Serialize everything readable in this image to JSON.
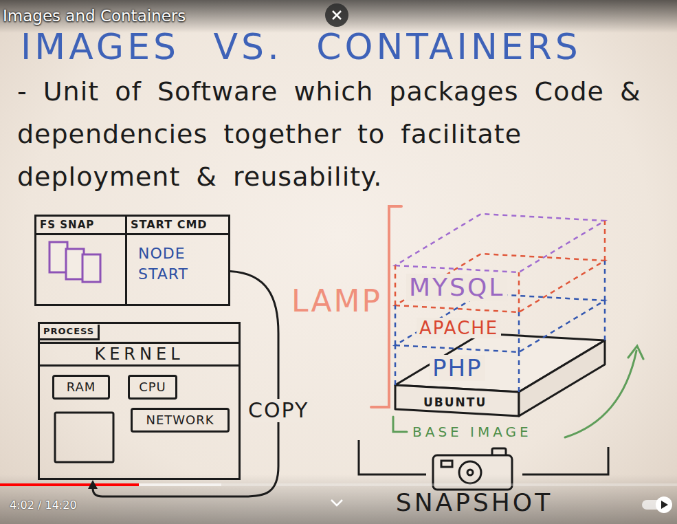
{
  "diagram": {
    "title": "IMAGES VS. CONTAINERS",
    "nodes": [
      {
        "text": [
          "FS SNAP"
        ]
      },
      {
        "text": [
          "START CMD",
          "NODE START"
        ]
      },
      {
        "text": [
          "PROCESS"
        ]
      },
      {
        "text": [
          "KERNEL"
        ],
        "in": 2
      },
      {
        "text": [
          "RAM"
        ],
        "in": 2
      },
      {
        "text": [
          "CPU"
        ],
        "in": 2
      },
      {
        "text": [
          "NETWORK"
        ],
        "in": 2
      },
      {
        "text": [
          "MYSQL"
        ]
      },
      {
        "text": [
          "APACHE"
        ]
      },
      {
        "text": [
          "PHP"
        ]
      },
      {
        "text": [
          "UBUNTU"
        ]
      }
    ],
    "edges": [
      {
        "from": 1,
        "to": 2,
        "arrow": "to",
        "label": "COPY"
      }
    ],
    "labels": [
      "Images and Containers",
      "- Unit of Software which packages Code & dependencies together to facilitate deployment & reusability.",
      "LAMP",
      "BASE IMAGE",
      "SNAPSHOT",
      "4:02 / 14:20"
    ]
  }
}
